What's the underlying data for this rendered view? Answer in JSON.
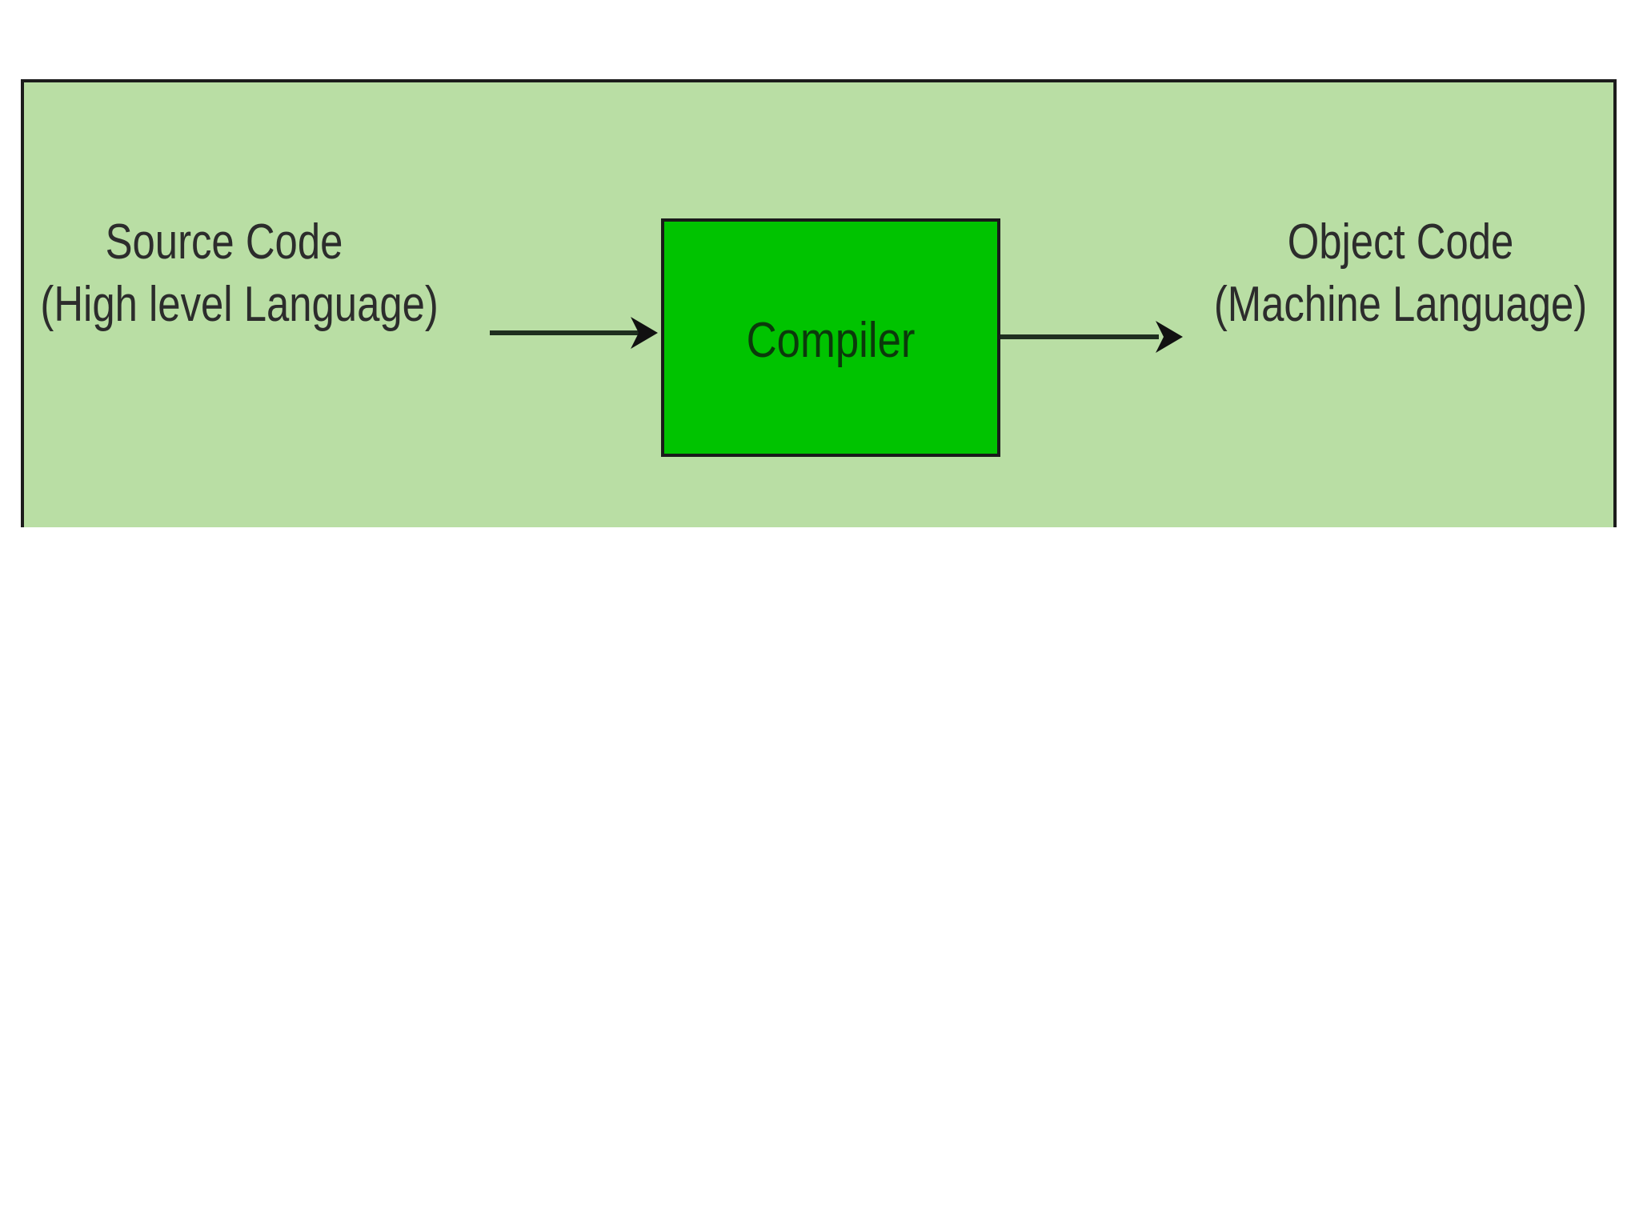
{
  "diagram": {
    "source": {
      "line1": "Source Code",
      "line2": "(High level Language)"
    },
    "compiler": {
      "label": "Compiler"
    },
    "object": {
      "line1": "Object Code",
      "line2": "(Machine Language)"
    },
    "colors": {
      "panel_background": "#b9dea4",
      "compiler_fill": "#00c300",
      "stroke": "#1a1a1a"
    },
    "edges": [
      {
        "from": "Source Code",
        "to": "Compiler"
      },
      {
        "from": "Compiler",
        "to": "Object Code"
      }
    ]
  }
}
